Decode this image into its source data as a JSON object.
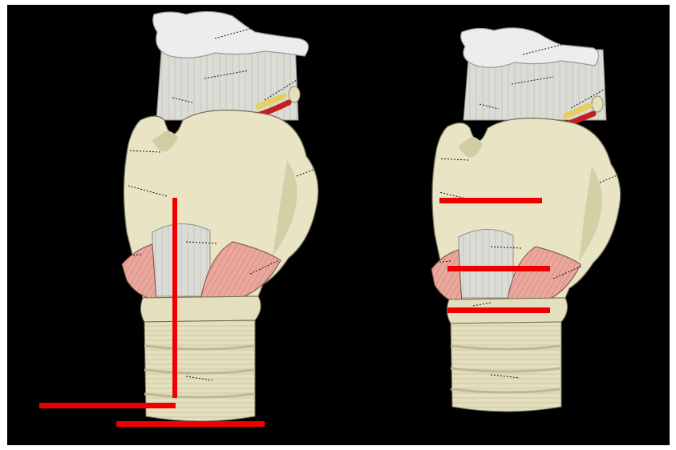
{
  "figure": {
    "panels": [
      "left-larynx",
      "right-larynx"
    ],
    "colors": {
      "background": "#000000",
      "cartilage": "#e8e4c4",
      "cartilage_shade": "#d1cba0",
      "ligament": "#d9d9d5",
      "hyoid": "#ececec",
      "muscle": "#e8a39a",
      "marker": "#ee0000",
      "nerve_red": "#c21f1f",
      "nerve_yellow": "#e6cf5e"
    },
    "markers": {
      "left": [
        "vertical-bar",
        "lower-bar-1",
        "lower-bar-2"
      ],
      "right": [
        "bar-top",
        "bar-middle",
        "bar-bottom"
      ]
    }
  }
}
